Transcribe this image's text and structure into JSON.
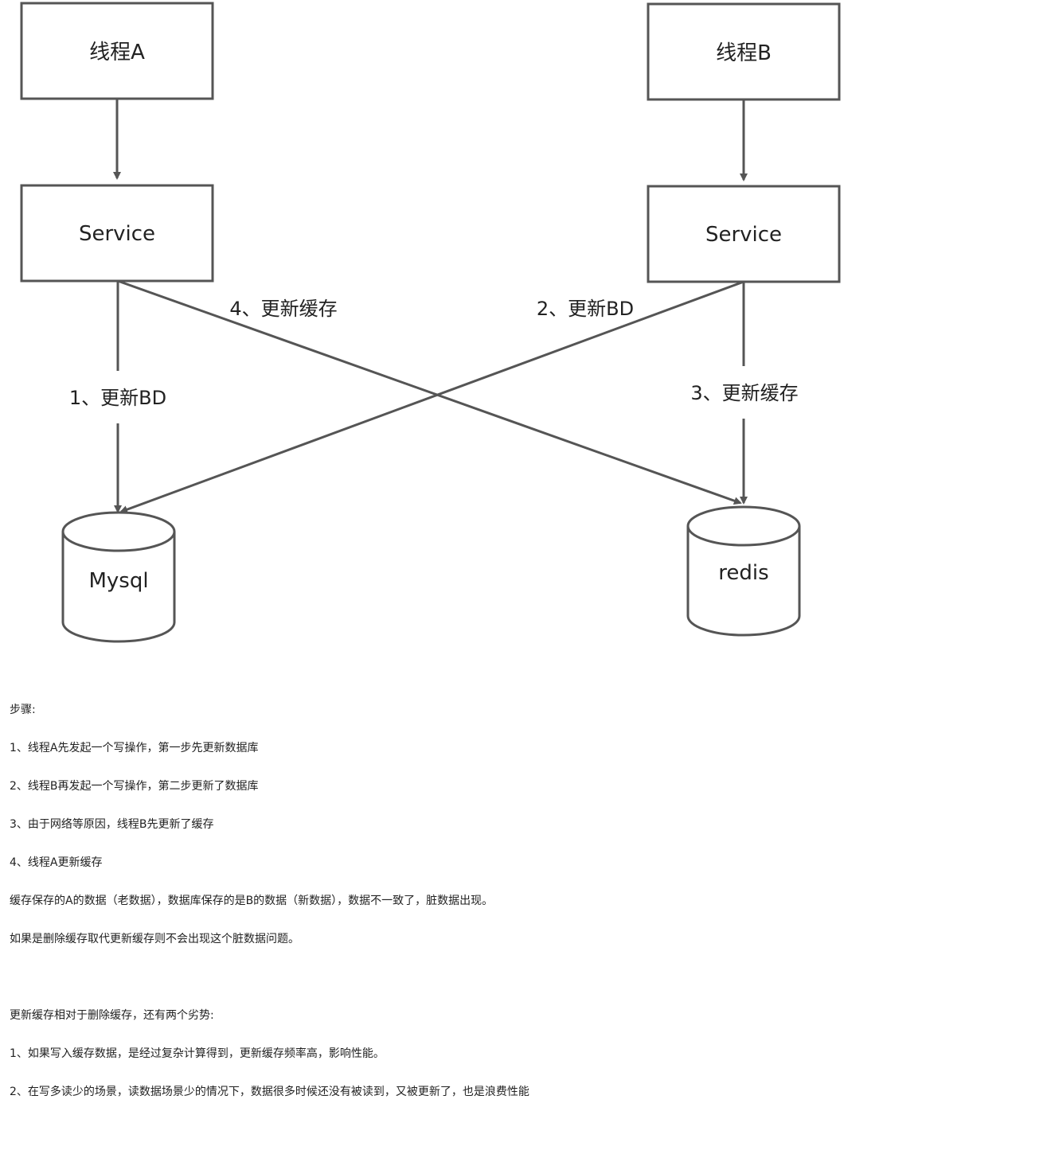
{
  "diagram": {
    "nodes": {
      "thread_a": "线程A",
      "thread_b": "线程B",
      "service_a": "Service",
      "service_b": "Service",
      "mysql": "Mysql",
      "redis": "redis"
    },
    "edges": {
      "a_update_db": "1、更新BD",
      "b_update_db": "2、更新BD",
      "b_update_cache": "3、更新缓存",
      "a_update_cache": "4、更新缓存"
    }
  },
  "notes": {
    "steps_heading": "步骤:",
    "step_1": "1、线程A先发起一个写操作，第一步先更新数据库",
    "step_2": "2、线程B再发起一个写操作，第二步更新了数据库",
    "step_3": "3、由于网络等原因，线程B先更新了缓存",
    "step_4": "4、线程A更新缓存",
    "conclusion": "缓存保存的A的数据（老数据），数据库保存的是B的数据（新数据），数据不一致了，脏数据出现。",
    "suggestion": "如果是删除缓存取代更新缓存则不会出现这个脏数据问题。",
    "drawbacks_heading": "更新缓存相对于删除缓存，还有两个劣势:",
    "drawback_1": "1、如果写入缓存数据，是经过复杂计算得到，更新缓存频率高，影响性能。",
    "drawback_2": "2、在写多读少的场景，读数据场景少的情况下，数据很多时候还没有被读到，又被更新了，也是浪费性能"
  }
}
